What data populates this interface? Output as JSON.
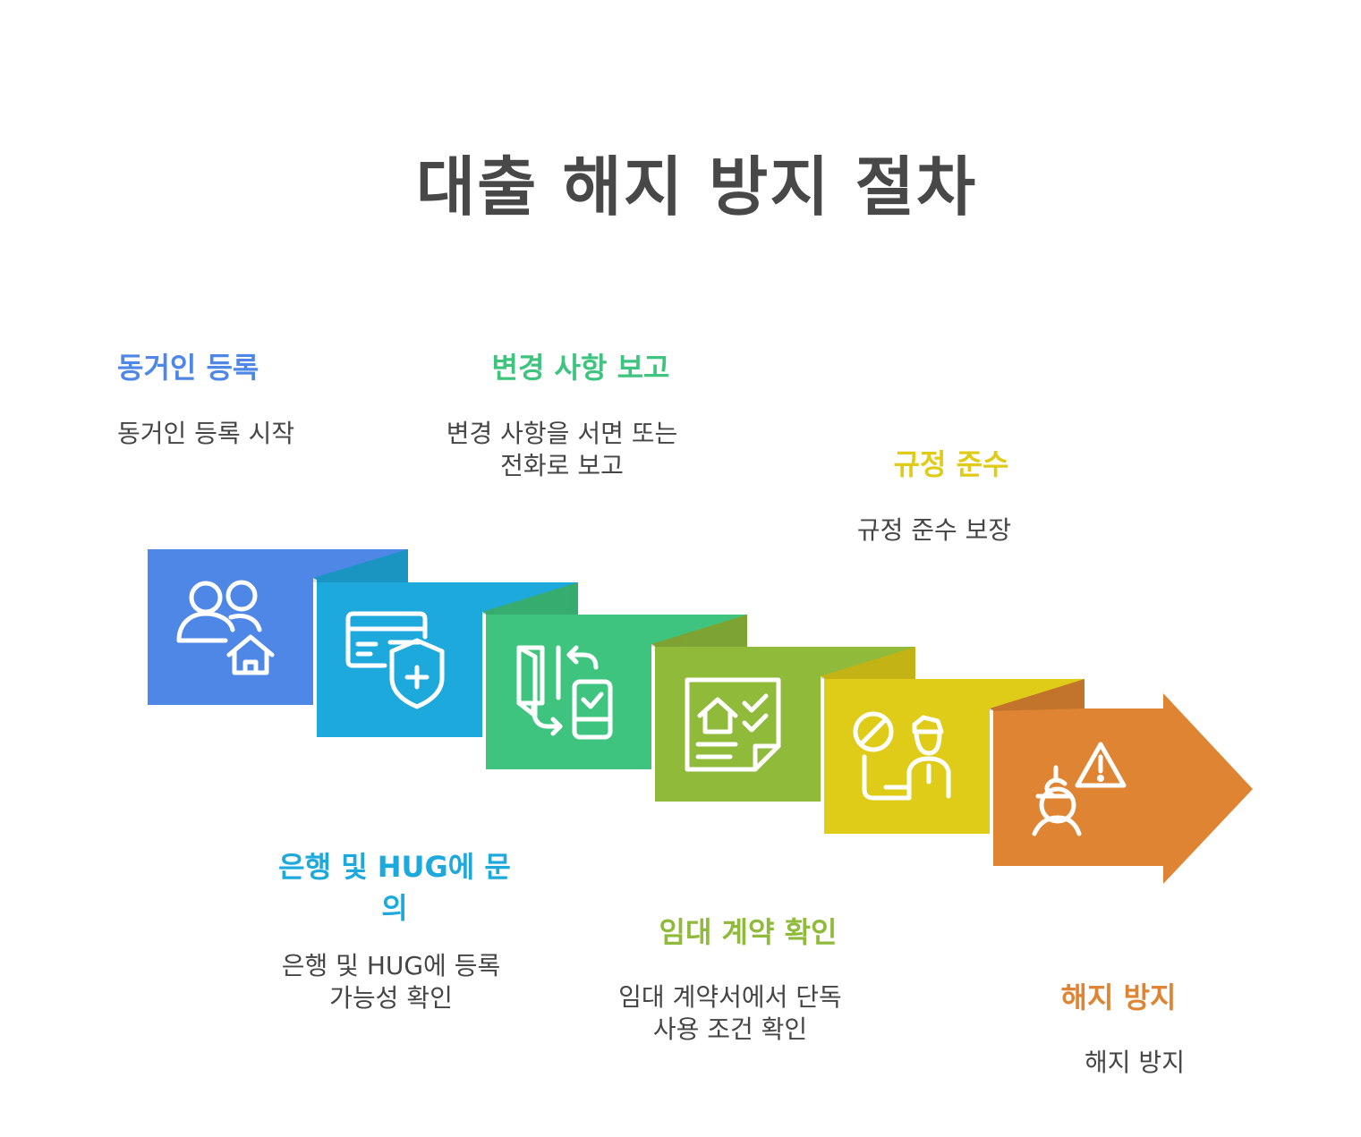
{
  "title": "대출 해지 방지 절차",
  "steps": [
    {
      "title": "동거인 등록",
      "description": "동거인 등록 시작",
      "color": "#4e87e6",
      "flap_color": "#4e87e6",
      "icon": "people-house-icon"
    },
    {
      "title": "은행 및 HUG에 문의",
      "description": "은행 및 HUG에 등록 가능성 확인",
      "color": "#1ea9dc",
      "flap_color": "#1ea9dc",
      "icon": "card-shield-icon"
    },
    {
      "title": "변경 사항 보고",
      "description": "변경 사항을 서면 또는 전화로 보고",
      "color": "#3ec47e",
      "flap_color": "#3ec47e",
      "icon": "door-phone-exchange-icon"
    },
    {
      "title": "임대 계약 확인",
      "description": "임대 계약서에서 단독 사용 조건 확인",
      "color": "#8fba3a",
      "flap_color": "#8fba3a",
      "icon": "house-document-check-icon"
    },
    {
      "title": "규정 준수",
      "description": "규정 준수 보장",
      "color": "#dfcc18",
      "flap_color": "#dfcc18",
      "icon": "officer-prohibited-icon"
    },
    {
      "title": "해지 방지",
      "description": "해지 방지",
      "color": "#de8432",
      "flap_color": "#de8432",
      "icon": "person-money-warning-icon"
    }
  ]
}
